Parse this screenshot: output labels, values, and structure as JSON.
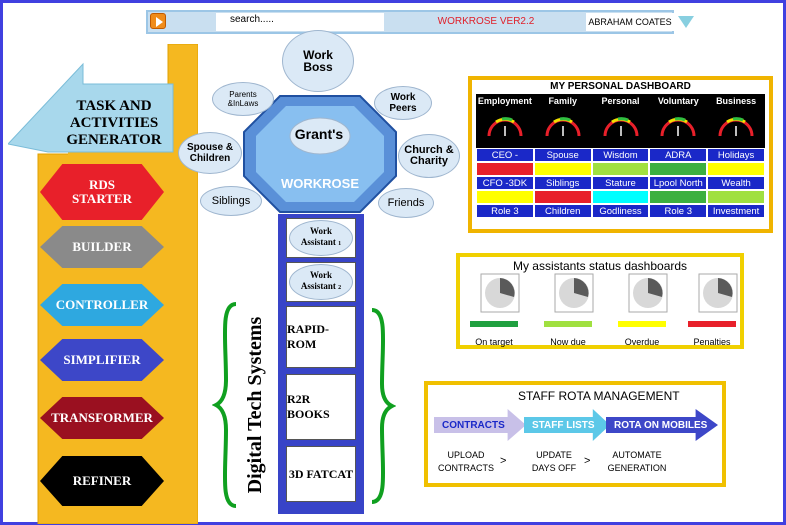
{
  "topbar": {
    "search_placeholder": "search.....",
    "app_title": "WORKROSE VER2.2",
    "user_name": "ABRAHAM COATES"
  },
  "generator": {
    "title_line1": "TASK AND",
    "title_line2": "ACTIVITIES",
    "title_line3": "GENERATOR",
    "stages": [
      {
        "label": "RDS STARTER",
        "color": "#e8202a"
      },
      {
        "label": "BUILDER",
        "color": "#8a8a8a"
      },
      {
        "label": "CONTROLLER",
        "color": "#2ea8e0"
      },
      {
        "label": "SIMPLIFIER",
        "color": "#3d47c8"
      },
      {
        "label": "TRANSFORMER",
        "color": "#9a1020"
      },
      {
        "label": "REFINER",
        "color": "#000000"
      }
    ]
  },
  "network": {
    "boss_line1": "Work",
    "boss_line2": "Boss",
    "center_name": "Grant's",
    "center_label": "WORKROSE",
    "parents_line1": "Parents",
    "parents_line2": "&InLaws",
    "peers_line1": "Work",
    "peers_line2": "Peers",
    "spouse_line1": "Spouse &",
    "spouse_line2": "Children",
    "church_line1": "Church &",
    "church_line2": "Charity",
    "siblings": "Siblings",
    "friends": "Friends",
    "assistant1_line1": "Work",
    "assistant1_line2": "Assistant",
    "assistant1_num": "1",
    "assistant2_line1": "Work",
    "assistant2_line2": "Assistant",
    "assistant2_num": "2"
  },
  "systems": {
    "label": "Digital Tech Systems",
    "items": [
      "RAPID-ROM",
      "R2R BOOKS",
      "3D FATCAT"
    ]
  },
  "dashboard": {
    "title": "MY PERSONAL DASHBOARD",
    "categories": [
      "Employment",
      "Family",
      "Personal",
      "Voluntary",
      "Business"
    ],
    "rows": [
      [
        "CEO - GCCS",
        "Spouse",
        "Wisdom",
        "ADRA",
        "Holidays"
      ],
      [
        "CFO -3DK",
        "Siblings",
        "Stature",
        "Lpool North",
        "Wealth"
      ],
      [
        "Role 3",
        "Children",
        "Godliness",
        "Role 3",
        "Investment"
      ]
    ],
    "status_rows": [
      [
        "#e8202a",
        "#ffff00",
        "#a0e040",
        "#3cb040",
        "#ffff00"
      ],
      [
        "#ffff00",
        "#e8202a",
        "#00ffff",
        "#3cb040",
        "#a0e040"
      ]
    ]
  },
  "assistants_status": {
    "title": "My assistants status dashboards",
    "items": [
      {
        "label": "On target",
        "color": "#20a040"
      },
      {
        "label": "Now due",
        "color": "#a0e040"
      },
      {
        "label": "Overdue",
        "color": "#ffff00"
      },
      {
        "label": "Penalties",
        "color": "#e8202a"
      }
    ]
  },
  "rota": {
    "title": "STAFF ROTA MANAGEMENT",
    "steps": [
      {
        "label": "CONTRACTS",
        "color": "#c8c0e8",
        "text_color": "#1a28c8"
      },
      {
        "label": "STAFF LISTS",
        "color": "#5cc8e8",
        "text_color": "#ffffff"
      },
      {
        "label": "ROTA ON MOBILES",
        "color": "#3d47c8",
        "text_color": "#ffffff"
      }
    ],
    "actions_line1": [
      "UPLOAD",
      "UPDATE",
      "AUTOMATE"
    ],
    "actions_line2": [
      "CONTRACTS",
      "DAYS OFF",
      "GENERATION"
    ]
  }
}
